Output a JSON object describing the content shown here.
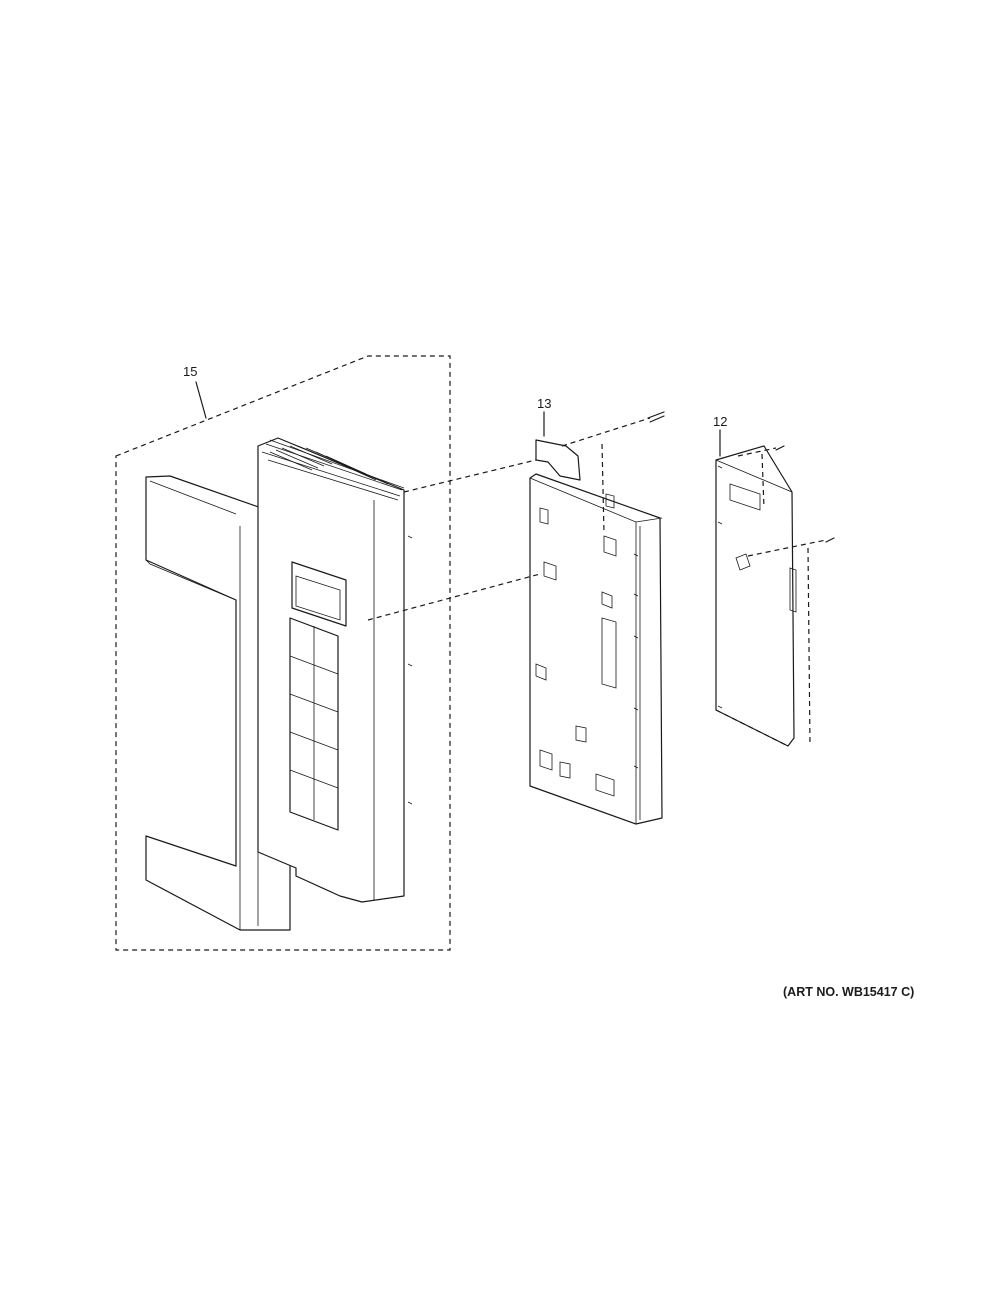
{
  "parts": [
    {
      "callout": "15"
    },
    {
      "callout": "13"
    },
    {
      "callout": "12"
    }
  ],
  "art_number": "(ART NO. WB15417 C)"
}
